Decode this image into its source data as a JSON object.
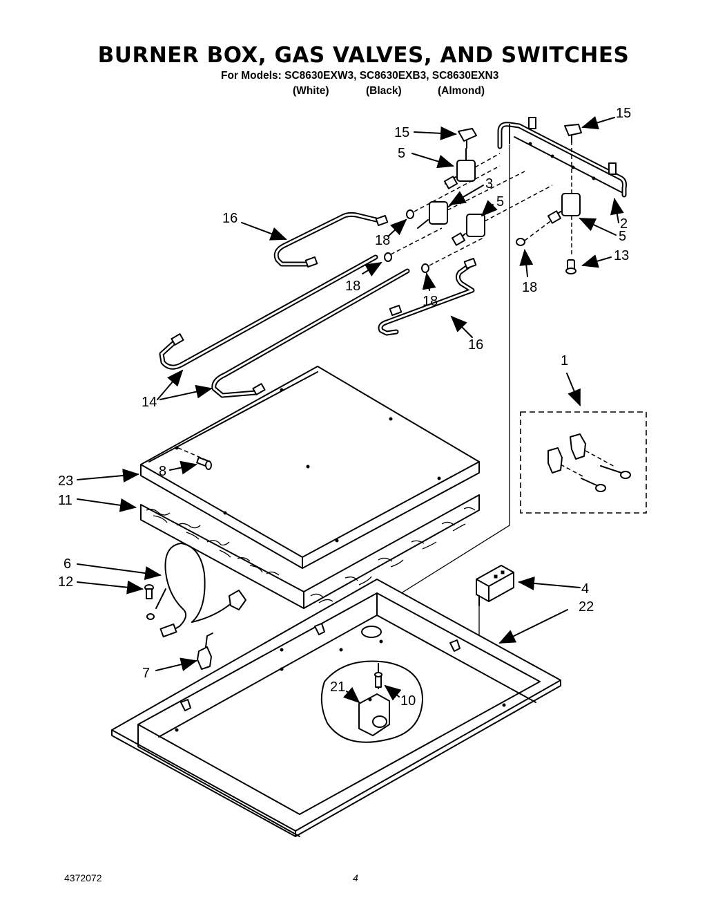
{
  "header": {
    "title": "BURNER BOX, GAS VALVES, AND SWITCHES",
    "models_line": "For Models: SC8630EXW3, SC8630EXB3, SC8630EXN3",
    "colors": [
      "(White)",
      "(Black)",
      "(Almond)"
    ]
  },
  "footer": {
    "doc_number": "4372072",
    "page_number": "4"
  },
  "callouts": {
    "c1": "1",
    "c2": "2",
    "c3": "3",
    "c4": "4",
    "c5a": "5",
    "c5b": "5",
    "c5c": "5",
    "c6": "6",
    "c7": "7",
    "c8": "8",
    "c10": "10",
    "c11": "11",
    "c12": "12",
    "c13": "13",
    "c14": "14",
    "c15a": "15",
    "c15b": "15",
    "c16a": "16",
    "c16b": "16",
    "c18a": "18",
    "c18b": "18",
    "c18c": "18",
    "c18d": "18",
    "c21": "21",
    "c22": "22",
    "c23": "23"
  }
}
